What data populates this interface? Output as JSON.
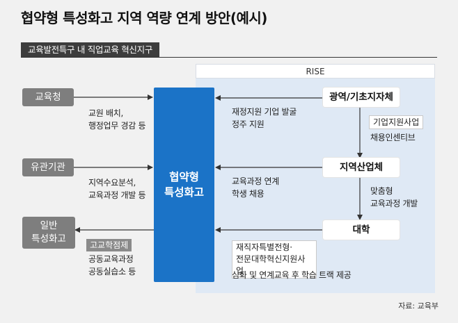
{
  "title": "협약형 특성화고 지역 역량 연계 방안(예시)",
  "subtitle": "교육발전특구 내 직업교육 혁신지구",
  "rise_label": "RISE",
  "center_box": {
    "line1": "협약형",
    "line2": "특성화고"
  },
  "left_nodes": [
    {
      "label": "교육청",
      "note1": "교원 배치,",
      "note2": "행정업무 경감 등"
    },
    {
      "label": "유관기관",
      "note1": "지역수요분석,",
      "note2": "교육과정 개발 등"
    },
    {
      "label1": "일반",
      "label2": "특성화고",
      "tag": "고교학점제",
      "note1": "공동교육과정",
      "note2": "공동실습소 등"
    }
  ],
  "right_nodes": [
    {
      "label": "광역/기초지자체",
      "note1": "재정지원 기업 발굴",
      "note2": "정주 지원"
    },
    {
      "label": "지역산업체",
      "note1": "교육과정 연계",
      "note2": "학생 채용"
    },
    {
      "label": "대학",
      "tag1": "재직자특별전형·",
      "tag2": "전문대학혁신지원사업",
      "note": "심화 및 연계교육 후 학습 트랙 제공"
    }
  ],
  "vertical_notes": [
    {
      "tag": "기업지원사업",
      "note": "채용인센티브"
    },
    {
      "note1": "맞춤형",
      "note2": "교육과정 개발"
    }
  ],
  "source": "자료: 교육부",
  "colors": {
    "center": "#1b73c7",
    "gray_box": "#7e7e7e",
    "rise_panel": "#dfe9f5",
    "background": "#f1f1f1"
  }
}
